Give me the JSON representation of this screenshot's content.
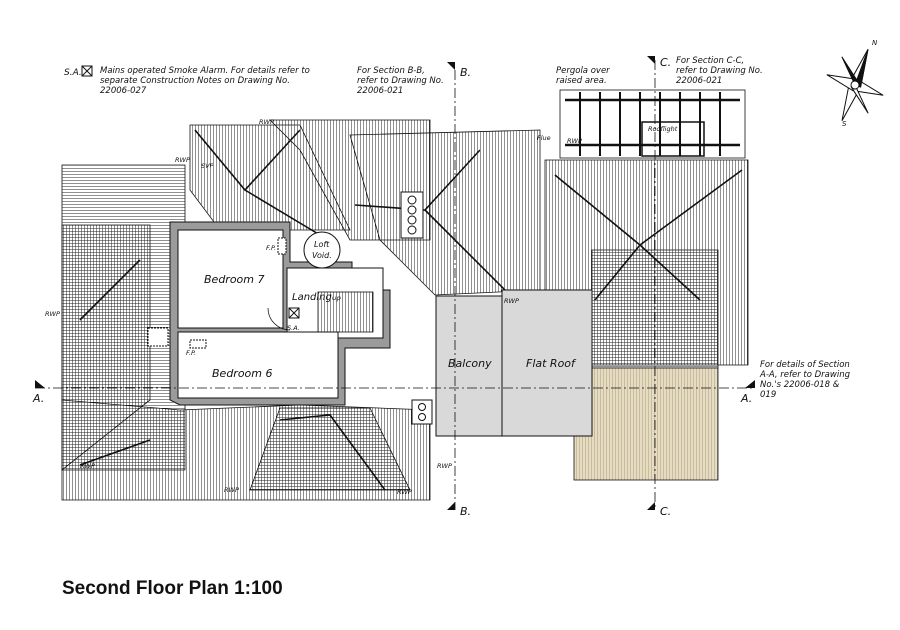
{
  "title": "Second Floor Plan 1:100",
  "notes": {
    "smoke_alarm_prefix": "S.A.",
    "smoke_alarm": "Mains operated Smoke Alarm. For details refer to\nseparate Construction Notes on Drawing No.\n22006-027",
    "section_bb": "For Section B-B,\nrefer to Drawing No.\n22006-021",
    "pergola": "Pergola over\nraised area.",
    "section_cc": "For Section C-C,\nrefer to Drawing No.\n22006-021",
    "section_aa": "For details of Section\nA-A, refer to Drawing\nNo.'s  22006-018 &\n019"
  },
  "section_marks": {
    "a": "A.",
    "b": "B.",
    "c": "C."
  },
  "rooms": {
    "bedroom7": "Bedroom 7",
    "bedroom6": "Bedroom 6",
    "landing": "Landing",
    "up": "Up",
    "loft_void": "Loft\nVoid.",
    "fp": "F.P.",
    "sa": "S.A.",
    "balcony": "Balcony",
    "flat_roof": "Flat Roof",
    "rooflight": "Rooflight"
  },
  "tags": {
    "rwp": "RWP",
    "svp": "SVP",
    "flue": "Flue"
  },
  "compass": {
    "n": "N",
    "s": "S"
  },
  "colors": {
    "line": "#111111",
    "grey_fill": "#d9d9d9",
    "tan_fill": "#e8dcc0"
  }
}
